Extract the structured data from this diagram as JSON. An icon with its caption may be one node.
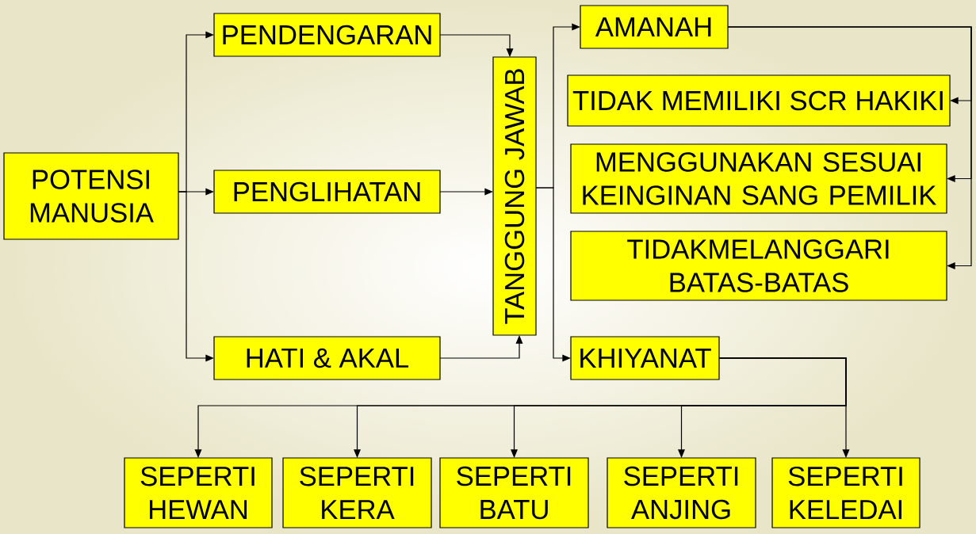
{
  "diagram": {
    "nodes": [
      {
        "text": [
          "POTENSI MANUSIA"
        ]
      },
      {
        "text": [
          "PENDENGARAN"
        ]
      },
      {
        "text": [
          "PENGLIHATAN"
        ]
      },
      {
        "text": [
          "HATI & AKAL"
        ]
      },
      {
        "text": [
          "TANGGUNG JAWAB"
        ]
      },
      {
        "text": [
          "AMANAH"
        ]
      },
      {
        "text": [
          "TIDAK MEMILIKI SCR HAKIKI"
        ]
      },
      {
        "text": [
          "MENGGUNAKAN SESUAI KEINGINAN SANG PEMILIK"
        ]
      },
      {
        "text": [
          "TIDAKMELANGGARI BATAS-BATAS"
        ]
      },
      {
        "text": [
          "KHIYANAT"
        ]
      },
      {
        "text": [
          "SEPERTI HEWAN"
        ]
      },
      {
        "text": [
          "SEPERTI KERA"
        ]
      },
      {
        "text": [
          "SEPERTI BATU"
        ]
      },
      {
        "text": [
          "SEPERTI ANJING"
        ]
      },
      {
        "text": [
          "SEPERTI KELEDAI"
        ]
      }
    ],
    "edges": [
      {
        "from": 0,
        "to": 1,
        "arrow": "to"
      },
      {
        "from": 0,
        "to": 2,
        "arrow": "to"
      },
      {
        "from": 0,
        "to": 3,
        "arrow": "to"
      },
      {
        "from": 1,
        "to": 4,
        "arrow": "to"
      },
      {
        "from": 2,
        "to": 4,
        "arrow": "to"
      },
      {
        "from": 3,
        "to": 4,
        "arrow": "to"
      },
      {
        "from": 4,
        "to": 5,
        "arrow": "to"
      },
      {
        "from": 4,
        "to": 9,
        "arrow": "to"
      },
      {
        "from": 5,
        "to": 6,
        "arrow": "to"
      },
      {
        "from": 5,
        "to": 7,
        "arrow": "to"
      },
      {
        "from": 5,
        "to": 8,
        "arrow": "to"
      },
      {
        "from": 9,
        "to": 10,
        "arrow": "to"
      },
      {
        "from": 9,
        "to": 11,
        "arrow": "to"
      },
      {
        "from": 9,
        "to": 12,
        "arrow": "to"
      },
      {
        "from": 9,
        "to": 13,
        "arrow": "to"
      },
      {
        "from": 9,
        "to": 14,
        "arrow": "to"
      }
    ]
  }
}
